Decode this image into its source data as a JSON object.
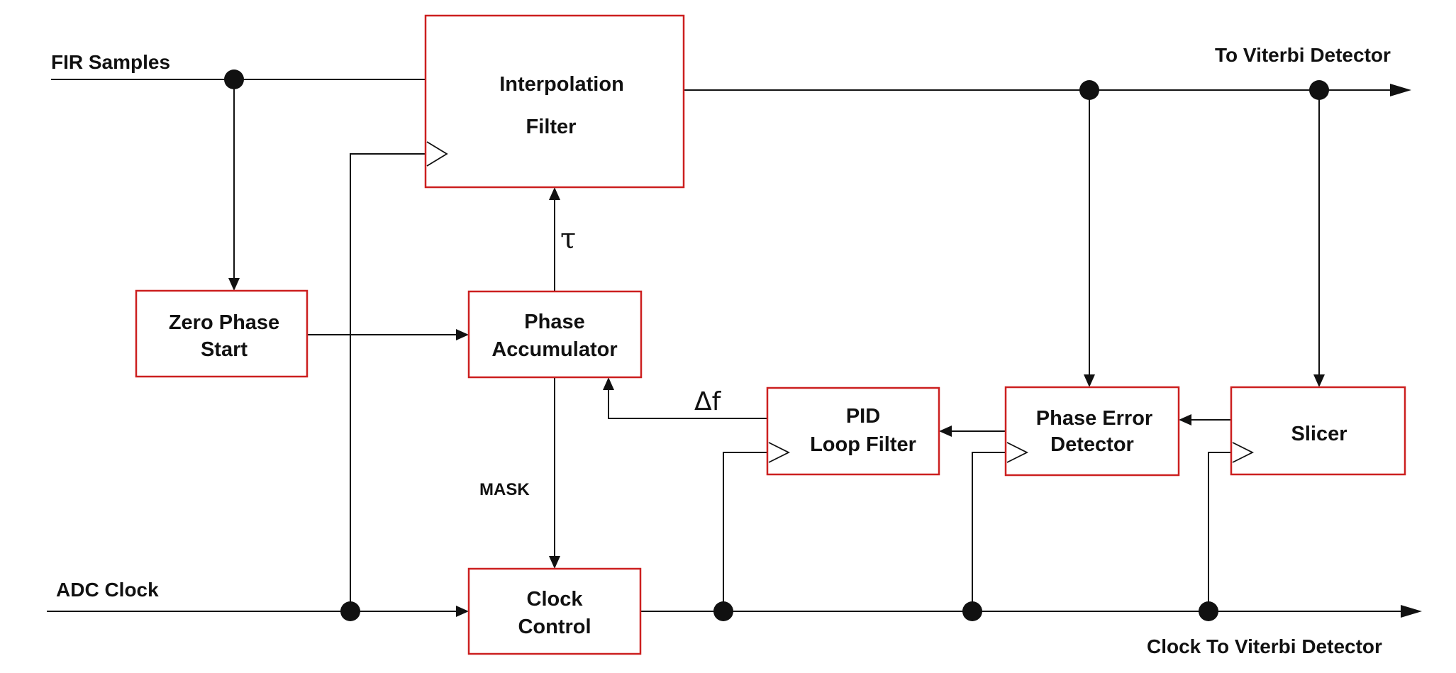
{
  "blocks": {
    "interpolation_filter": [
      "Interpolation",
      "Filter"
    ],
    "zero_phase_start": [
      "Zero Phase",
      "Start"
    ],
    "phase_accumulator": [
      "Phase",
      "Accumulator"
    ],
    "clock_control": [
      "Clock",
      "Control"
    ],
    "pid_loop_filter": [
      "PID",
      "Loop Filter"
    ],
    "phase_error_detector": [
      "Phase Error",
      "Detector"
    ],
    "slicer": [
      "Slicer"
    ]
  },
  "signals": {
    "fir_samples": "FIR Samples",
    "to_viterbi": "To Viterbi Detector",
    "adc_clock": "ADC Clock",
    "clock_to_viterbi": "Clock To Viterbi Detector",
    "tau": "τ",
    "delta_f": "Δf",
    "mask": "MASK"
  },
  "colors": {
    "block_border": "#cc1f1f",
    "wire": "#111111"
  }
}
